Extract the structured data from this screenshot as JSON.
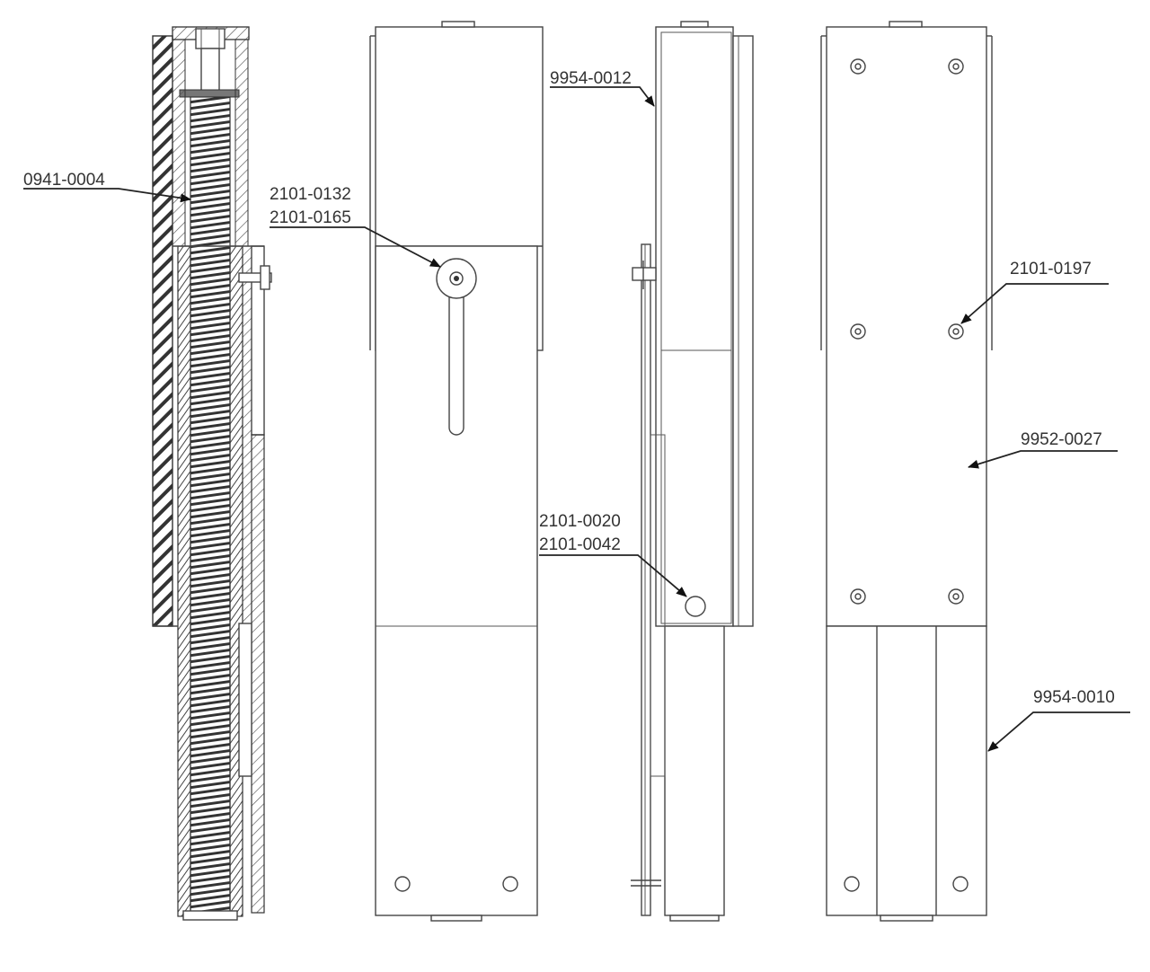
{
  "colors": {
    "line": "#444444",
    "label": "#333333",
    "background": "#ffffff"
  },
  "labels": {
    "spring_part": "0941-0004",
    "bolt_part_a": "2101-0132",
    "bolt_part_b": "2101-0165",
    "top_housing_part": "9954-0012",
    "fastener_part_a": "2101-0020",
    "fastener_part_b": "2101-0042",
    "screw_part": "2101-0197",
    "plate_part": "9952-0027",
    "inner_tube_part": "9954-0010"
  },
  "icons": {
    "leader_arrow": "arrowhead-icon",
    "screw": "screw-head-icon"
  }
}
